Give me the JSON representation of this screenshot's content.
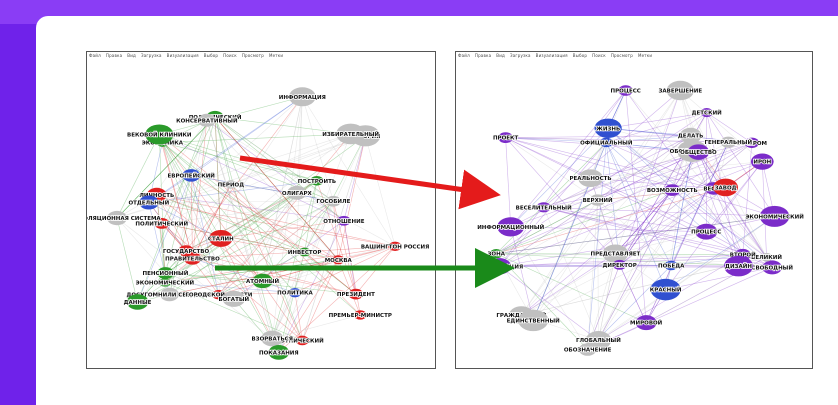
{
  "left_panel": {
    "menu_items": [
      "Файл",
      "Правка",
      "Вид",
      "Загрузка",
      "Визуализация",
      "Выбор",
      "Поиск",
      "Просмотр",
      "Метки"
    ],
    "nodes": [
      {
        "label": "ИСТОРИЯ",
        "c": "#c0c0c0"
      },
      {
        "label": "МОСКВА",
        "c": "#e02020"
      },
      {
        "label": "ОЛИГАРХ",
        "c": "#c0c0c0"
      },
      {
        "label": "ДОСУГОМНИЛИ СВЕДЕНИЯ",
        "c": "#c0c0c0"
      },
      {
        "label": "ЕВРОПЕЙСКИЙ",
        "c": "#3050d0"
      },
      {
        "label": "ПРЕМЬЕР-МИНИСТР",
        "c": "#e02020"
      },
      {
        "label": "ПРАВИТЕЛЬСТВО",
        "c": "#e02020"
      },
      {
        "label": "ПОЛИТИЧЕСКИЙ",
        "c": "#e02020"
      },
      {
        "label": "ПРЕЗИДЕНТ",
        "c": "#e02020"
      },
      {
        "label": "ГОРОДСКОЙ ВЛАСТИ",
        "c": "#e02020"
      },
      {
        "label": "ВАШИНГТОН РОССИЯ",
        "c": "#e02020"
      },
      {
        "label": "ЭТНИЧЕСКИЙ",
        "c": "#e02020"
      },
      {
        "label": "ГОСУДАРСТВО",
        "c": "#e02020"
      },
      {
        "label": "ЛИЧНОСТЬ",
        "c": "#e02020"
      },
      {
        "label": "ПОЛИТИЧЕСКИЙ",
        "c": "#2a9a2a"
      },
      {
        "label": "ИНВЕСТОР",
        "c": "#2a9a2a"
      },
      {
        "label": "СТАЛИН",
        "c": "#e02020"
      },
      {
        "label": "ОТНОШЕНИЕ",
        "c": "#7b2cc9"
      },
      {
        "label": "ЭКОНОМИКА",
        "c": "#2a9a2a"
      },
      {
        "label": "ПОСТРОИТЬ",
        "c": "#2a9a2a"
      },
      {
        "label": "ЭКОНОМИЧЕСКИЙ",
        "c": "#2a9a2a"
      },
      {
        "label": "ДАННЫЕ",
        "c": "#2a9a2a"
      },
      {
        "label": "ПЕНСИОННЫЙ",
        "c": "#2a9a2a"
      },
      {
        "label": "АТОМНЫЙ",
        "c": "#2a9a2a"
      },
      {
        "label": "ПЕРИОД",
        "c": "#c0c0c0"
      },
      {
        "label": "ВЗОРВАТЬСЯ",
        "c": "#c0c0c0"
      },
      {
        "label": "ИНФОРМАЦИЯ",
        "c": "#c0c0c0"
      },
      {
        "label": "ИЗБИРАТЕЛЬНЫЙ",
        "c": "#c0c0c0"
      },
      {
        "label": "КОНСЕРВАТИВНЫЙ",
        "c": "#c0c0c0"
      },
      {
        "label": "ИНФЛЯЦИОННАЯ СИСТЕМА",
        "c": "#c0c0c0"
      },
      {
        "label": "БОГАТЫЙ",
        "c": "#c0c0c0"
      },
      {
        "label": "ПОЛИТИКА",
        "c": "#3050d0"
      },
      {
        "label": "ВЕКОВОЙ КЛИНИКИ",
        "c": "#2a9a2a"
      },
      {
        "label": "ПОКАЗАНИЯ",
        "c": "#2a9a2a"
      },
      {
        "label": "ГОСОБИЛЕ",
        "c": "#c0c0c0"
      },
      {
        "label": "ОТДЕЛЬНЫЙ",
        "c": "#3050d0"
      }
    ]
  },
  "right_panel": {
    "menu_items": [
      "Файл",
      "Правка",
      "Вид",
      "Загрузка",
      "Визуализация",
      "Выбор",
      "Поиск",
      "Просмотр",
      "Метки"
    ],
    "nodes": [
      {
        "label": "ДЕТСКИЙ",
        "c": "#7b2cc9"
      },
      {
        "label": "ВЕСНА",
        "c": "#7b2cc9"
      },
      {
        "label": "ИРОН",
        "c": "#7b2cc9"
      },
      {
        "label": "ВЕСЕЛИТЕЛЬНЫЙ",
        "c": "#7b2cc9"
      },
      {
        "label": "СВОБОДНЫЙ",
        "c": "#7b2cc9"
      },
      {
        "label": "ПРЕДСТАВЛЯЕТ",
        "c": "#c0c0c0"
      },
      {
        "label": "ОБСУЖДЕНИЕ",
        "c": "#c0c0c0"
      },
      {
        "label": "ГЛОБАЛЬНЫЙ",
        "c": "#c0c0c0"
      },
      {
        "label": "ВОЗМОЖНОСТЬ",
        "c": "#7b2cc9"
      },
      {
        "label": "КРАСНЫЙ",
        "c": "#3050d0"
      },
      {
        "label": "ЗАВОД",
        "c": "#e02020"
      },
      {
        "label": "ПРОЦЕСС",
        "c": "#7b2cc9"
      },
      {
        "label": "ДЕЛАТЬ",
        "c": "#c0c0c0"
      },
      {
        "label": "ГРАЖДАНСКИЙ",
        "c": "#c0c0c0"
      },
      {
        "label": "ВЕЛИКИЙ",
        "c": "#c0c0c0"
      },
      {
        "label": "ПОБЕДА",
        "c": "#3050d0"
      },
      {
        "label": "ВЕЧЕРОМ",
        "c": "#7b2cc9"
      },
      {
        "label": "ДИРЕКТОР",
        "c": "#7b2cc9"
      },
      {
        "label": "ЗОНА",
        "c": "#2a9a2a"
      },
      {
        "label": "ОБЩЕСТВО",
        "c": "#7b2cc9"
      },
      {
        "label": "ВТОРОЙ",
        "c": "#7b2cc9"
      },
      {
        "label": "ДИЗАЙН",
        "c": "#7b2cc9"
      },
      {
        "label": "ПРОЕКТ",
        "c": "#7b2cc9"
      },
      {
        "label": "ЖИЗНЬ",
        "c": "#3050d0"
      },
      {
        "label": "ЕДИНСТВЕННЫЙ",
        "c": "#c0c0c0"
      },
      {
        "label": "ИНФОРМАЦИЯ",
        "c": "#7b2cc9"
      },
      {
        "label": "ВЕРХНИЙ",
        "c": "#c0c0c0"
      },
      {
        "label": "РЕАЛЬНОСТЬ",
        "c": "#c0c0c0"
      },
      {
        "label": "ОФИЦИАЛЬНЫЙ",
        "c": "#3050d0"
      },
      {
        "label": "ЭКОНОМИЧЕСКИЙ",
        "c": "#7b2cc9"
      },
      {
        "label": "МИРОВОЙ",
        "c": "#7b2cc9"
      },
      {
        "label": "ПРОЦЕСС",
        "c": "#7b2cc9"
      },
      {
        "label": "ОБОЗНАЧЕНИЕ",
        "c": "#c0c0c0"
      },
      {
        "label": "ИНФОРМАЦИОННЫЙ",
        "c": "#7b2cc9"
      },
      {
        "label": "ГЕНЕРАЛЬНЫЙ",
        "c": "#c0c0c0"
      },
      {
        "label": "ЗАВЕРШЕНИЕ",
        "c": "#c0c0c0"
      }
    ]
  },
  "arrows": [
    {
      "name": "red-arrow",
      "color": "#e41b1b"
    },
    {
      "name": "green-arrow",
      "color": "#1a8a1a"
    }
  ],
  "colors": {
    "background": "#7a2cf0",
    "card": "#ffffff"
  }
}
